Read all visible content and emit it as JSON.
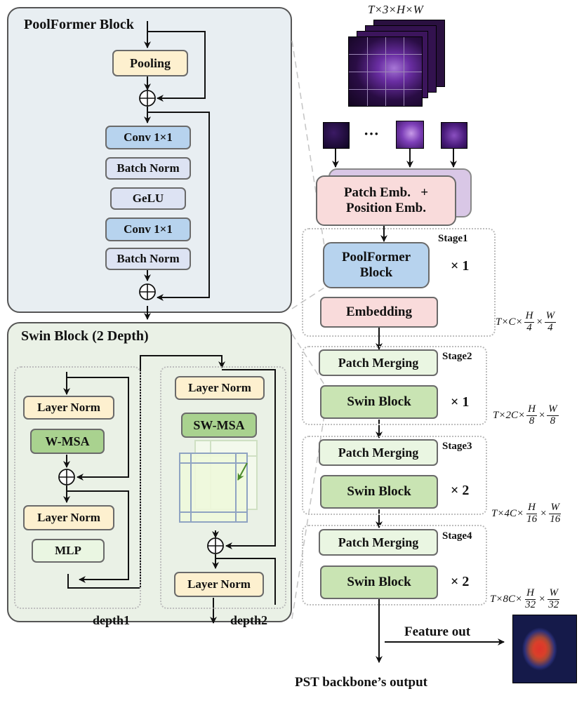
{
  "poolformer_block": {
    "title": "PoolFormer Block",
    "pooling": "Pooling",
    "conv1": "Conv 1×1",
    "bn1": "Batch Norm",
    "gelu": "GeLU",
    "conv2": "Conv 1×1",
    "bn2": "Batch Norm"
  },
  "swin_block": {
    "title": "Swin Block (2 Depth)",
    "depth1": {
      "label": "depth1",
      "ln1": "Layer Norm",
      "msa": "W-MSA",
      "ln2": "Layer Norm",
      "mlp": "MLP"
    },
    "depth2": {
      "label": "depth2",
      "ln1": "Layer Norm",
      "msa": "SW-MSA",
      "ln2": "Layer Norm"
    }
  },
  "input": {
    "dims": "T×3×H×W",
    "ellipsis": "···"
  },
  "embedding": {
    "patch_emb": "Patch Emb.   +",
    "position_emb": "Position Emb."
  },
  "stages": [
    {
      "name": "Stage1",
      "block": "PoolFormer Block",
      "embed": "Embedding",
      "multiplier": "× 1",
      "dim": {
        "prefix": "T×C×",
        "h": "H",
        "hd": "4",
        "w": "W",
        "wd": "4"
      }
    },
    {
      "name": "Stage2",
      "merge": "Patch Merging",
      "block": "Swin Block",
      "multiplier": "× 1",
      "dim": {
        "prefix": "T×2C×",
        "h": "H",
        "hd": "8",
        "w": "W",
        "wd": "8"
      }
    },
    {
      "name": "Stage3",
      "merge": "Patch Merging",
      "block": "Swin Block",
      "multiplier": "× 2",
      "dim": {
        "prefix": "T×4C×",
        "h": "H",
        "hd": "16",
        "w": "W",
        "wd": "16"
      }
    },
    {
      "name": "Stage4",
      "merge": "Patch Merging",
      "block": "Swin Block",
      "multiplier": "× 2",
      "dim": {
        "prefix": "T×8C×",
        "h": "H",
        "hd": "32",
        "w": "W",
        "wd": "32"
      }
    }
  ],
  "output": {
    "feature_out": "Feature out",
    "backbone_output": "PST backbone’s output"
  }
}
